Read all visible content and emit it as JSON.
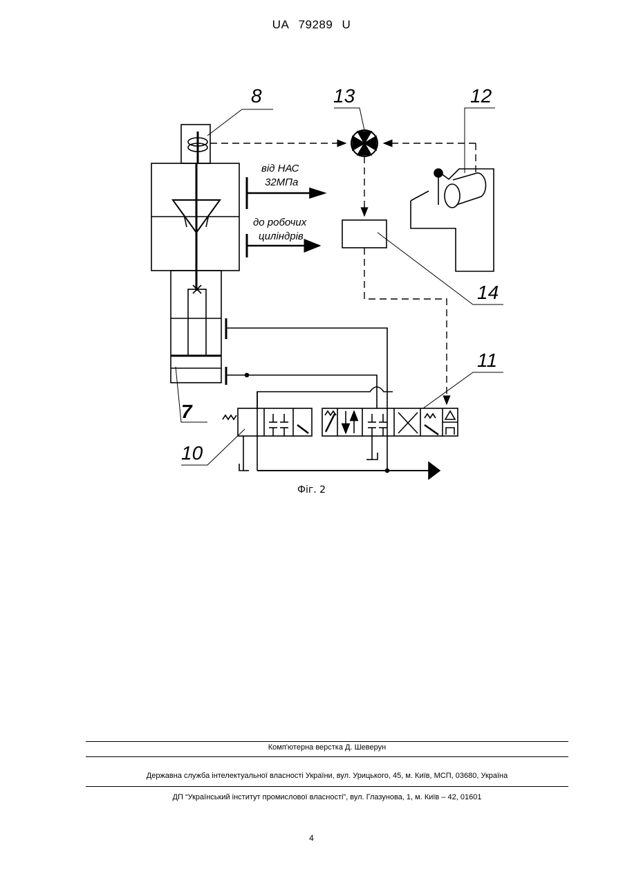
{
  "header": {
    "country": "UA",
    "number": "79289",
    "kind": "U"
  },
  "figure": {
    "callouts": {
      "n8": "8",
      "n13": "13",
      "n12": "12",
      "n14": "14",
      "n11": "11",
      "n7": "7",
      "n10": "10"
    },
    "labels": {
      "from_pump_line1": "від НАС",
      "from_pump_line2": "32МПа",
      "to_cylinders_line1": "до робочих",
      "to_cylinders_line2": "циліндрів"
    },
    "caption": "Фіг. 2"
  },
  "footer": {
    "typesetting": "Комп'ютерна верстка Д. Шеверун",
    "agency": "Державна служба інтелектуальної власності України, вул. Урицького, 45, м. Київ, МСП, 03680, Україна",
    "institute": "ДП “Український інститут промислової власності”, вул. Глазунова, 1, м. Київ – 42, 01601",
    "page_number": "4"
  }
}
